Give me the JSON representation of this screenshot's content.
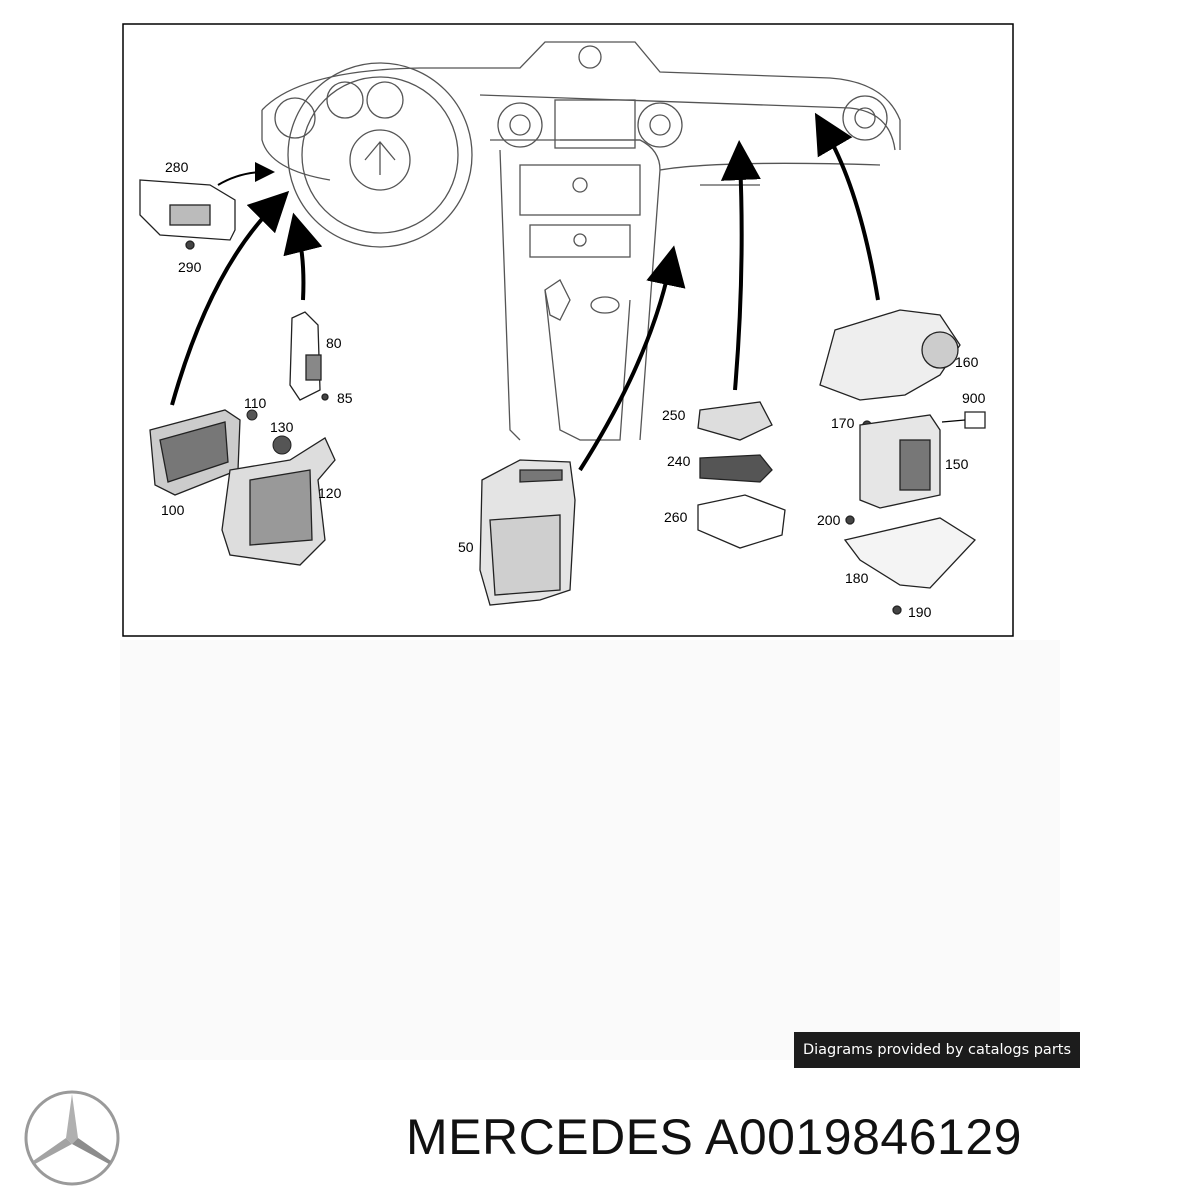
{
  "diagram": {
    "callouts": [
      "280",
      "290",
      "80",
      "85",
      "110",
      "130",
      "120",
      "100",
      "50",
      "250",
      "240",
      "260",
      "160",
      "900",
      "170",
      "150",
      "200",
      "180",
      "190"
    ]
  },
  "watermark": {
    "text": "Diagrams provided by catalogs parts"
  },
  "footer": {
    "brand": "MERCEDES",
    "part_number": "A0019846129"
  },
  "icons": {
    "logo": "mercedes-star-icon"
  }
}
